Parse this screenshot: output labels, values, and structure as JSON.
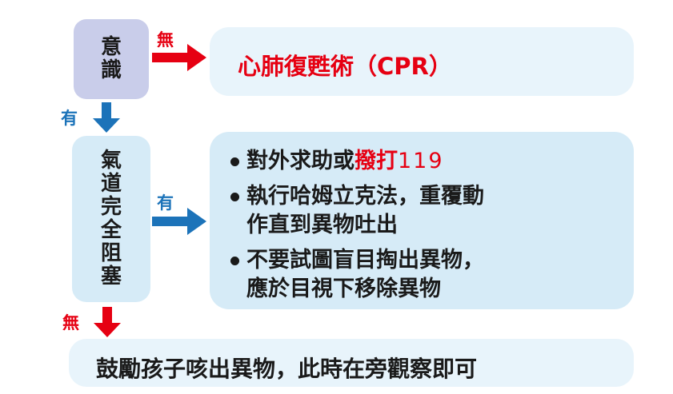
{
  "nodes": {
    "consciousness": {
      "chars": [
        "意",
        "識"
      ]
    },
    "airway": {
      "chars": [
        "氣",
        "道",
        "完",
        "全",
        "阻",
        "塞"
      ]
    }
  },
  "edges": {
    "consciousness_no": "無",
    "consciousness_yes": "有",
    "airway_yes": "有",
    "airway_no": "無"
  },
  "outcomes": {
    "cpr": "心肺復甦術（CPR）",
    "obstruction_actions": [
      {
        "parts": [
          {
            "text": "對外求助或",
            "color": "black"
          },
          {
            "text": "撥打",
            "color": "red"
          },
          {
            "text": "119",
            "color": "red"
          }
        ]
      },
      {
        "lines": [
          "執行哈姆立克法，重覆動",
          "作直到異物吐出"
        ]
      },
      {
        "lines": [
          "不要試圖盲目掏出異物，",
          "應於目視下移除異物"
        ]
      }
    ],
    "encourage": "鼓勵孩子咳出異物，此時在旁觀察即可"
  },
  "colors": {
    "red": "#e60012",
    "blue": "#1c73b9",
    "purple_node": "#c9cdea",
    "blue_node": "#d6ebf7",
    "light_panel": "#e8f4fb"
  }
}
